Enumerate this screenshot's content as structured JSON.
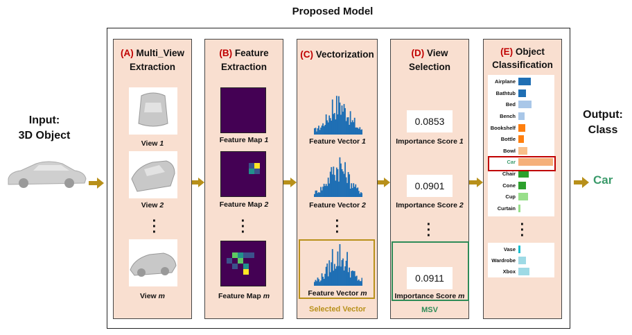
{
  "title": "Proposed Model",
  "input": {
    "label_line1": "Input:",
    "label_line2": "3D Object"
  },
  "output": {
    "label_line1": "Output:",
    "label_line2": "Class",
    "result": "Car"
  },
  "panels": {
    "a": {
      "label": "(A)",
      "title_line1": "Multi_View",
      "title_line2": "Extraction",
      "captions": [
        "View",
        "View",
        "View"
      ],
      "indices": [
        "1",
        "2",
        "m"
      ]
    },
    "b": {
      "label": "(B)",
      "title_line1": "Feature",
      "title_line2": "Extraction",
      "captions": [
        "Feature Map",
        "Feature Map",
        "Feature Map"
      ],
      "indices": [
        "1",
        "2",
        "m"
      ]
    },
    "c": {
      "label": "(C)",
      "title_line1": "Vectorization",
      "captions": [
        "Feature Vector",
        "Feature Vector",
        "Feature Vector"
      ],
      "indices": [
        "1",
        "2",
        "m"
      ],
      "selected_label": "Selected Vector"
    },
    "d": {
      "label": "(D)",
      "title_line1": "View",
      "title_line2": "Selection",
      "scores": [
        "0.0853",
        "0.0901",
        "0.0911"
      ],
      "captions": [
        "Importance Score",
        "Importance Score",
        "Importance Score"
      ],
      "indices": [
        "1",
        "2",
        "m"
      ],
      "selected_label": "MSV"
    },
    "e": {
      "label": "(E)",
      "title_line1": "Object",
      "title_line2": "Classification"
    }
  },
  "classes_top": [
    "Airplane",
    "Bathtub",
    "Bed",
    "Bench",
    "Bookshelf",
    "Bottle",
    "Bowl",
    "Car",
    "Chair",
    "Cone",
    "Cup",
    "Curtain"
  ],
  "classes_top_values": [
    0.35,
    0.22,
    0.38,
    0.18,
    0.2,
    0.16,
    0.25,
    1.0,
    0.3,
    0.22,
    0.27,
    0.05
  ],
  "classes_top_colors": [
    "#1f6fb4",
    "#1f6fb4",
    "#a9c7e8",
    "#a9c7e8",
    "#ff7f0e",
    "#ff7f0e",
    "#f9c08a",
    "#f5b07a",
    "#2ca02c",
    "#2ca02c",
    "#98df8a",
    "#98df8a"
  ],
  "classes_bottom": [
    "Vase",
    "Wardrobe",
    "Xbox"
  ],
  "classes_bottom_values": [
    0.06,
    0.22,
    0.32
  ],
  "classes_bottom_colors": [
    "#17becf",
    "#9edae5",
    "#9edae5"
  ],
  "highlight_class": "Car",
  "colors": {
    "panel_bg": "#f9dfd0",
    "label_red": "#c00000",
    "arrow": "#b8901a",
    "selected_vector": "#b8901a",
    "msv": "#2e8b57",
    "car_green": "#3a9a6a",
    "hist_blue": "#1f6fb4"
  }
}
